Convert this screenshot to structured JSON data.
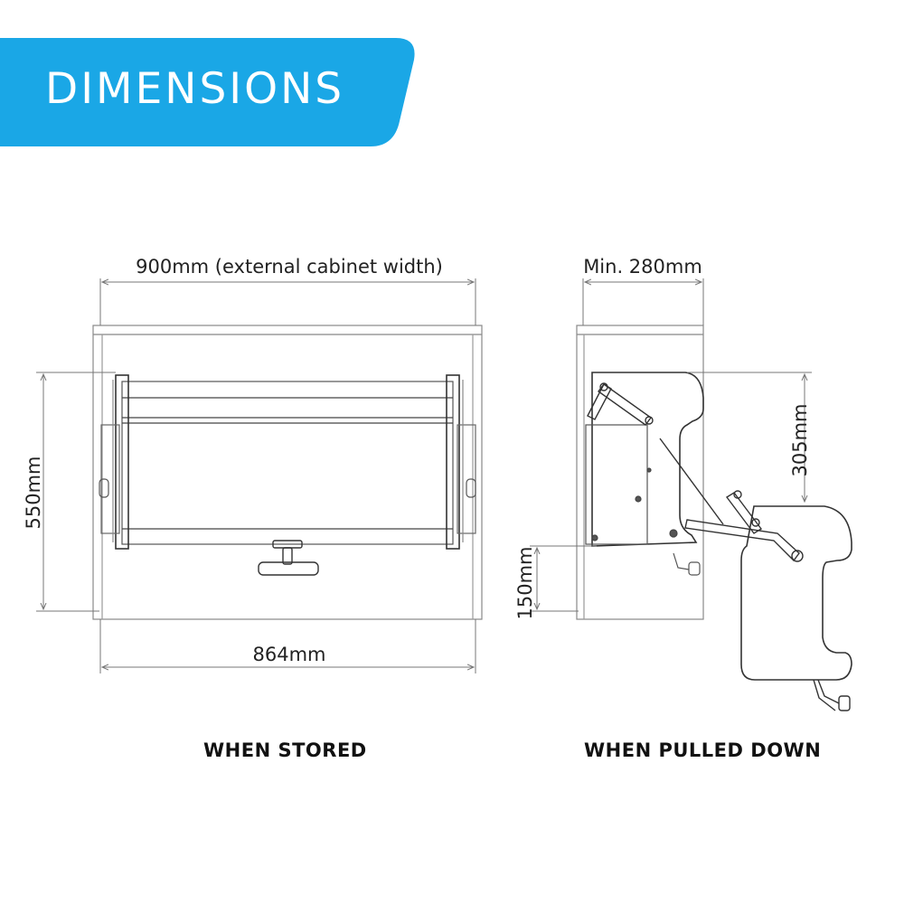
{
  "banner": {
    "title": "DIMENSIONS",
    "color": "#1aa7e6"
  },
  "stored": {
    "dim_width_label": "900mm (external cabinet width)",
    "dim_height_label": "550mm",
    "dim_inner_width_label": "864mm",
    "caption": "WHEN STORED"
  },
  "pulled": {
    "dim_depth_label": "Min. 280mm",
    "dim_drop_label": "305mm",
    "dim_clear_label": "150mm",
    "caption": "WHEN PULLED DOWN"
  },
  "colors": {
    "line": "#333333",
    "dim": "#777777"
  }
}
